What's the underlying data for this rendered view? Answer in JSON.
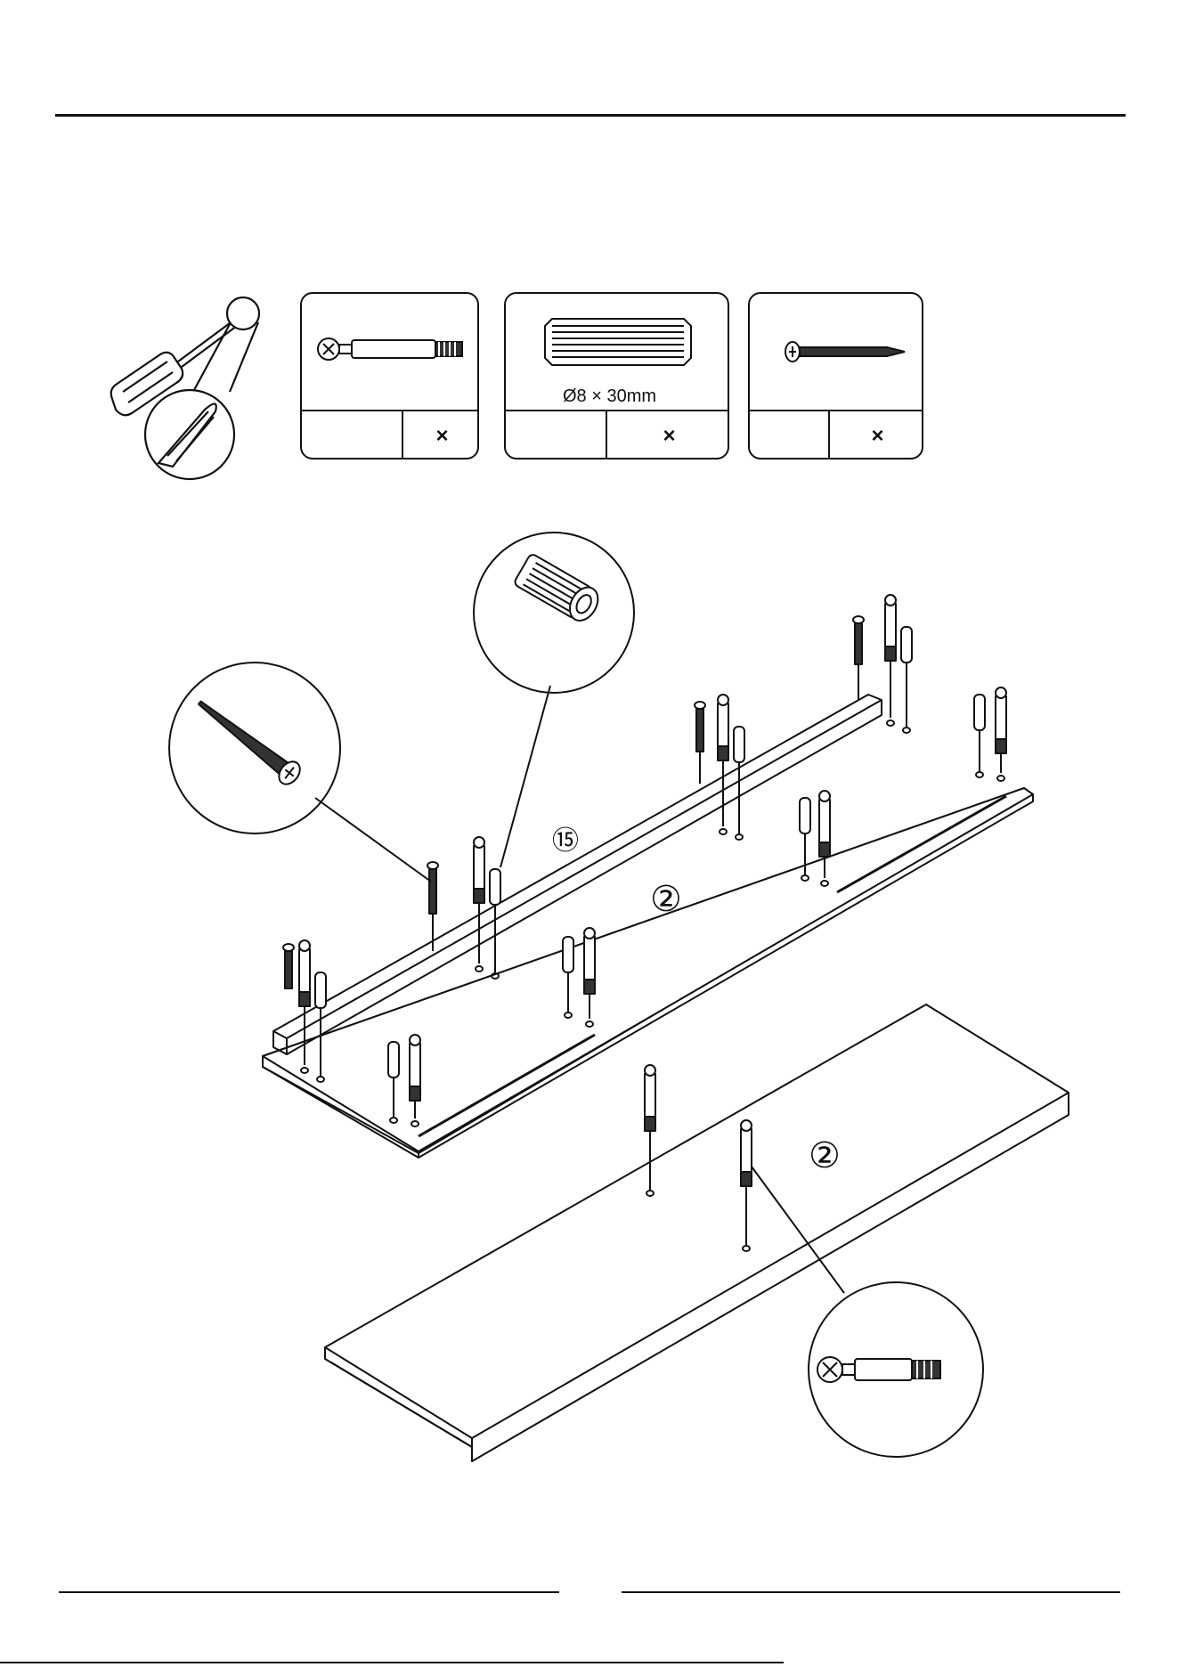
{
  "hardware": {
    "cam_bolt": {
      "icon": "cam-bolt-icon",
      "quantity_symbol": "×"
    },
    "dowel": {
      "icon": "wooden-dowel-icon",
      "size": "Ø8 × 30mm",
      "quantity_symbol": "×"
    },
    "screw": {
      "icon": "screw-icon",
      "quantity_symbol": "×"
    }
  },
  "tool": {
    "icon": "phillips-screwdriver-icon"
  },
  "parts": {
    "rail_label": "⑮",
    "upper_panel_label": "②",
    "lower_panel_label": "②"
  }
}
